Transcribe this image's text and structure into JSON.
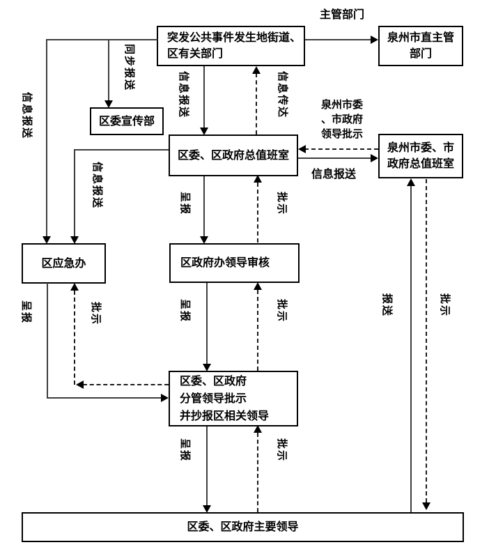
{
  "colors": {
    "line": "#3d3d3d",
    "dashed_line": "#1a1a1a",
    "box_border": "#000000",
    "background": "#ffffff",
    "text": "#000000"
  },
  "boxes": {
    "incident_source": "突发公共事件发生地街道、\n区有关部门",
    "city_dept": "泉州市直主管\n部门",
    "propaganda": "区委宣传部",
    "district_duty": "区委、区政府总值班室",
    "city_duty": "泉州市委、市\n政府总值班室",
    "emergency": "区应急办",
    "review": "区政府办领导审核",
    "vice_leaders": "区委、区政府\n分管领导批示\n并抄报区相关领导",
    "main_leaders": "区委、区政府主要领导"
  },
  "labels": {
    "supervisor_dept": "主管部门",
    "sync_report": "同步报送",
    "info_report_far_left": "信息报送",
    "info_report_mid_left": "信息报送",
    "info_report_center": "信息报送",
    "info_transmit": "信息传达",
    "city_leader_instruction": "泉州市委\n、市政府\n领导批示",
    "info_report_right": "信息报送",
    "submit_duty_review": "呈报",
    "instruct_review_duty": "批示",
    "submit_review_vice": "呈报",
    "instruct_vice_review": "批示",
    "submit_vice_main": "呈报",
    "instruct_main_vice": "批示",
    "submit_emergency_vice": "呈报",
    "instruct_vice_emergency": "批示",
    "report_main_cityduty": "报送",
    "instruct_cityduty_main": "批示"
  }
}
